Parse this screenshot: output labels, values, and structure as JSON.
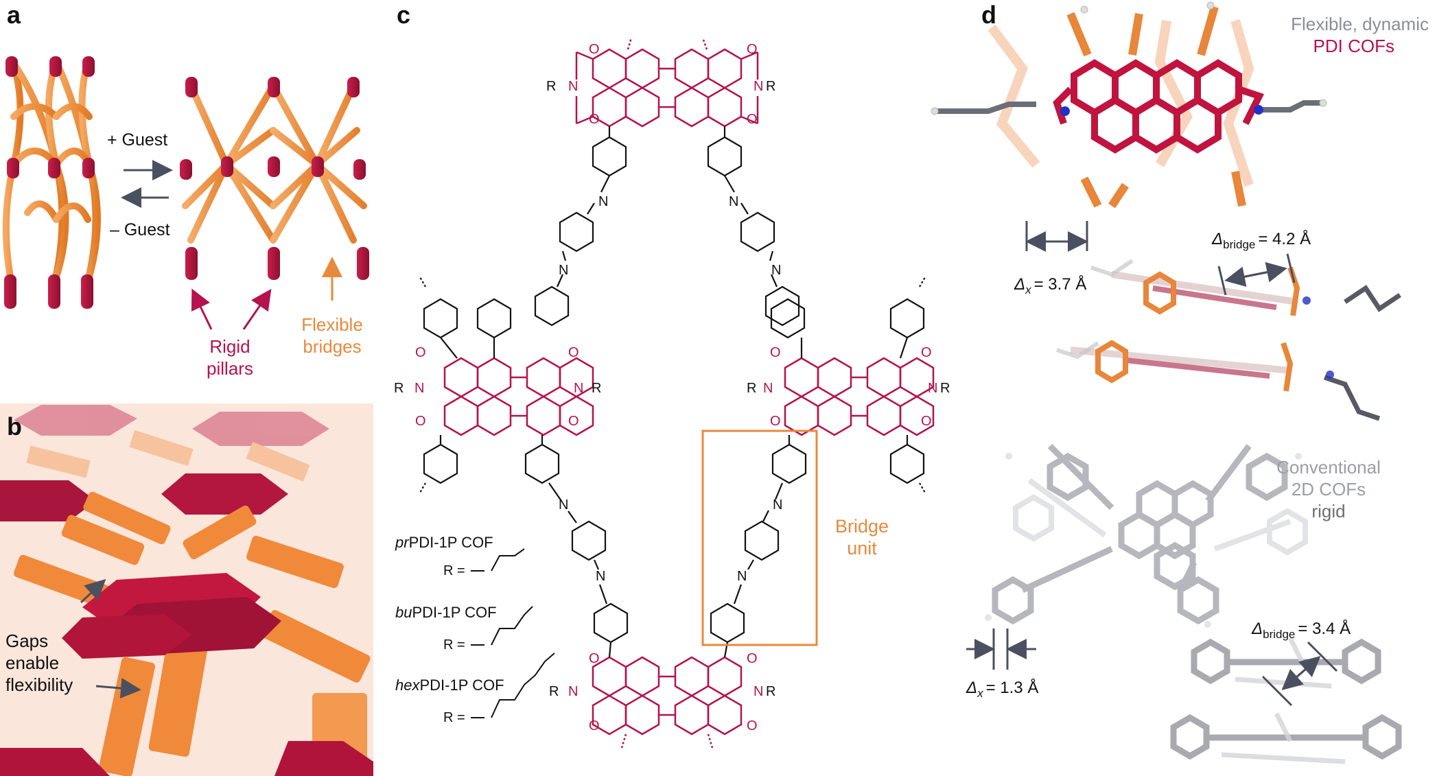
{
  "panels": {
    "a": "a",
    "b": "b",
    "c": "c",
    "d": "d"
  },
  "panel_a": {
    "plus_guest": "+ Guest",
    "minus_guest": "– Guest",
    "rigid_label_1": "Rigid",
    "rigid_label_2": "pillars",
    "flex_label_1": "Flexible",
    "flex_label_2": "bridges"
  },
  "panel_b": {
    "gaps_1": "Gaps",
    "gaps_2": "enable",
    "gaps_3": "flexibility"
  },
  "panel_c": {
    "pr_name_italic": "pr",
    "pr_name_rest": "PDI-1P COF",
    "bu_name_italic": "bu",
    "bu_name_rest": "PDI-1P COF",
    "hex_name_italic": "hex",
    "hex_name_rest": "PDI-1P COF",
    "r_equals": "R = ",
    "bridge_1": "Bridge",
    "bridge_2": "unit",
    "atom_R": "R",
    "atom_N": "N",
    "atom_O": "O"
  },
  "panel_d": {
    "flex_title_1": "Flexible, dynamic",
    "flex_title_2": "PDI COFs",
    "dx_flex": "= 3.7 Å",
    "dbridge_flex": "= 4.2 Å",
    "conv_1": "Conventional",
    "conv_2": "2D COFs",
    "conv_3": "rigid",
    "dx_conv": "= 1.3 Å",
    "dbridge_conv": "= 3.4 Å",
    "delta": "Δ",
    "sub_x": "x",
    "sub_bridge": "bridge"
  },
  "colors": {
    "pdi_magenta": "#b5124e",
    "bridge_orange": "#e8893c",
    "dark_arrow": "#4a5060",
    "gray_text": "#8a8e98",
    "black": "#111111"
  }
}
